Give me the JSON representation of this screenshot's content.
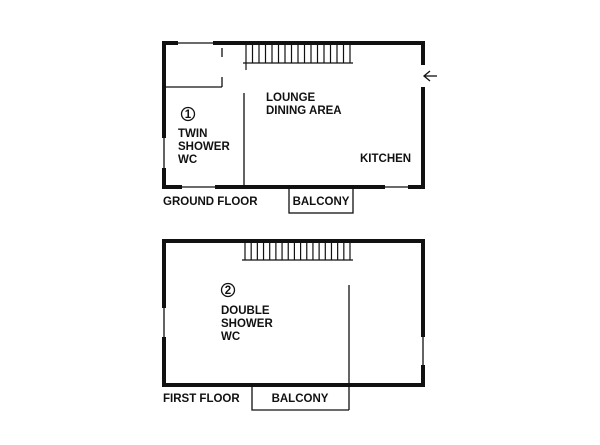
{
  "ground_floor": {
    "label": "GROUND FLOOR",
    "balcony": "BALCONY",
    "rooms": {
      "lounge_line1": "LOUNGE",
      "lounge_line2": "DINING AREA",
      "bedroom_number": "1",
      "bedroom_line1": "TWIN",
      "bedroom_line2": "SHOWER",
      "bedroom_line3": "WC",
      "kitchen": "KITCHEN"
    },
    "entrance_icon": "arrow-left-icon"
  },
  "first_floor": {
    "label": "FIRST FLOOR",
    "balcony": "BALCONY",
    "rooms": {
      "bedroom_number": "2",
      "bedroom_line1": "DOUBLE",
      "bedroom_line2": "SHOWER",
      "bedroom_line3": "WC"
    }
  }
}
